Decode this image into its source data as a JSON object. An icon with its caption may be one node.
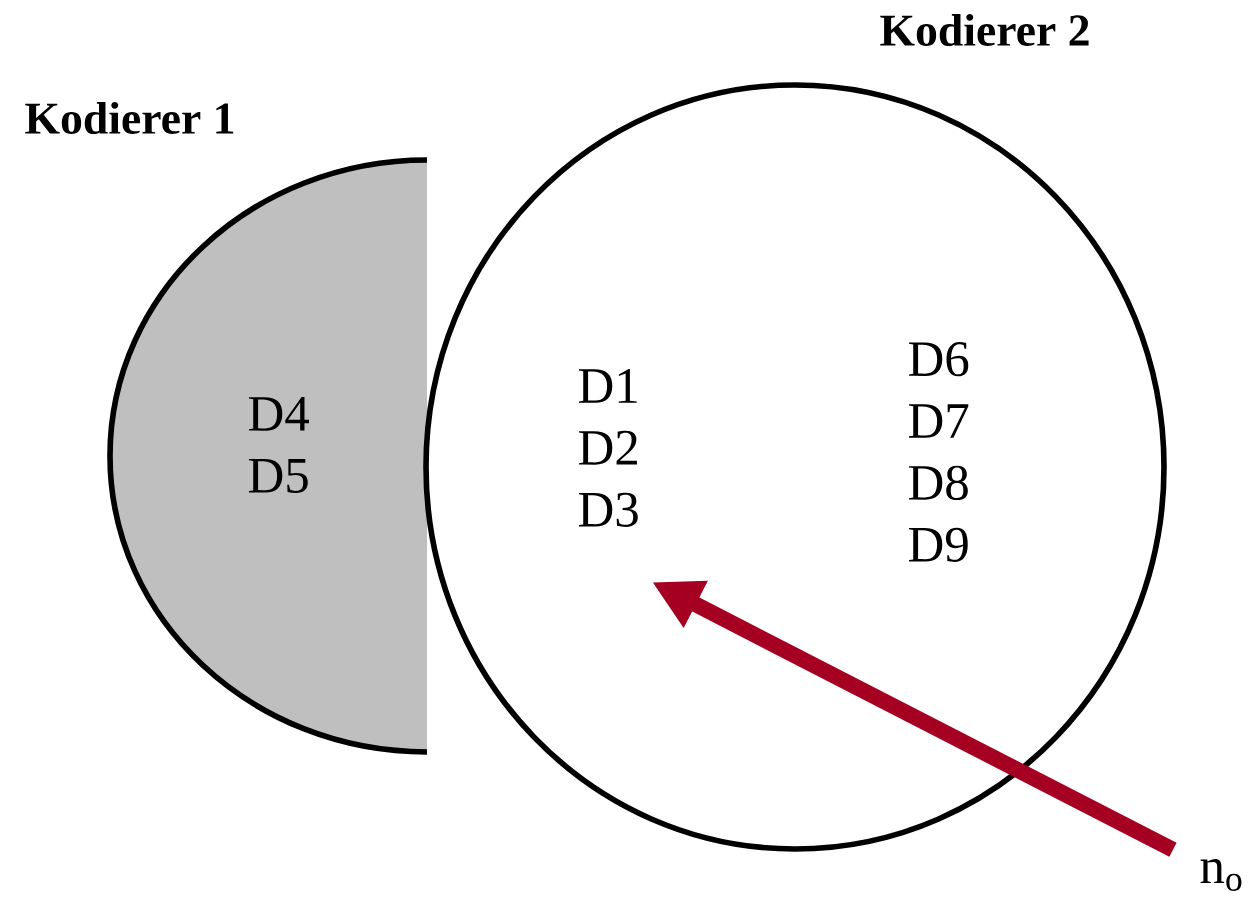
{
  "diagram": {
    "nodes": [
      {
        "text": [
          "Kodierer 1",
          "D4 D5"
        ]
      },
      {
        "text": [
          "Kodierer 2",
          "D1 D2 D3",
          "D6 D7 D8 D9"
        ]
      },
      {
        "text": [
          "n$_{o}$"
        ]
      }
    ],
    "edges": [
      {
        "from": 2,
        "to": 1,
        "arrow": "to",
        "color": "#a50021"
      }
    ]
  }
}
